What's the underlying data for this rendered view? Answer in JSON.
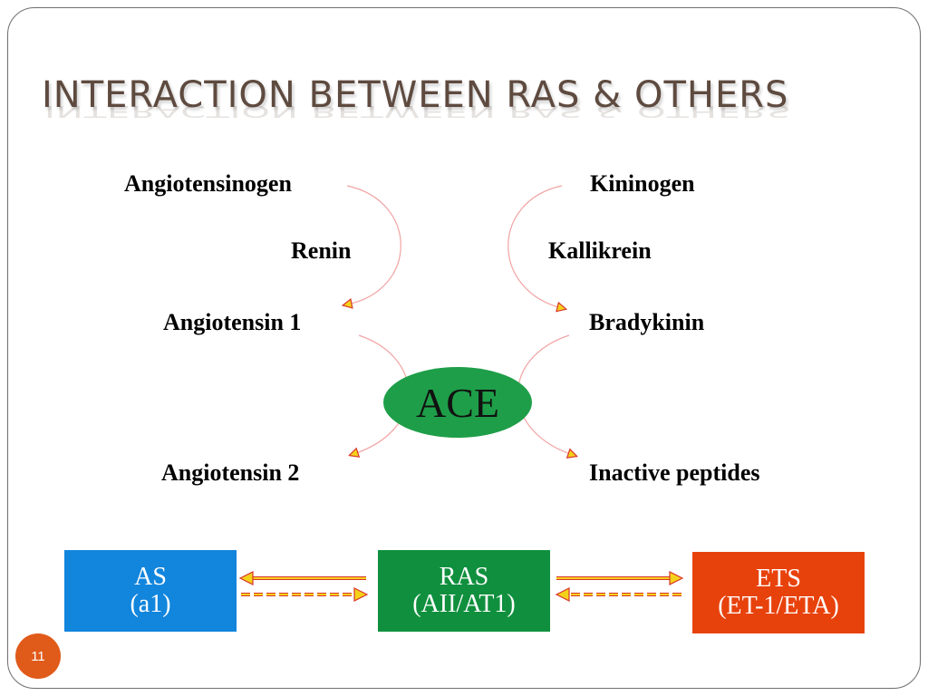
{
  "title": "INTERACTION BETWEEN RAS & OTHERS",
  "ras_pathway": {
    "substrate": "Angiotensinogen",
    "enzyme": "Renin",
    "product": "Angiotensin 1",
    "final": "Angiotensin 2"
  },
  "kinin_pathway": {
    "substrate": "Kininogen",
    "enzyme": "Kallikrein",
    "product": "Bradykinin",
    "final": "Inactive peptides"
  },
  "ace_label": "ACE",
  "systems": {
    "as": {
      "line1": "AS",
      "line2": "(a1)",
      "color": "#1285dc"
    },
    "ras": {
      "line1": "RAS",
      "line2": "(AII/AT1)",
      "color": "#10903e"
    },
    "ets": {
      "line1": "ETS",
      "line2": "(ET-1/ETA)",
      "color": "#e8420c"
    }
  },
  "page_number": "11",
  "colors": {
    "arc": "#f2a3a3",
    "arrowhead_fill": "#f5d21a",
    "arrowhead_stroke": "#d8352a",
    "ace": "#1e9e48",
    "page_badge": "#e05a1a"
  }
}
